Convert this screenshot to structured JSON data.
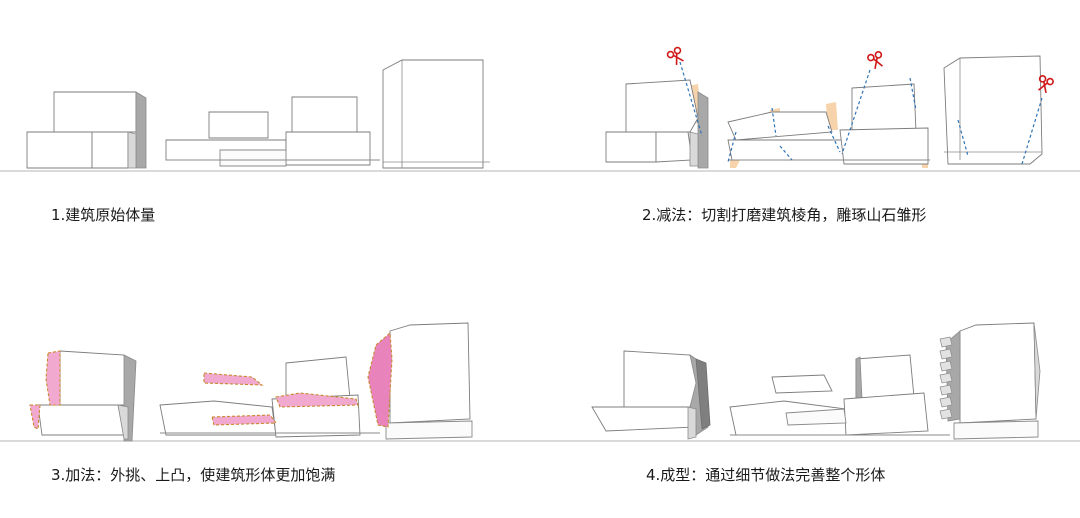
{
  "steps": [
    {
      "caption": "1.建筑原始体量"
    },
    {
      "caption": "2.减法：切割打磨建筑棱角，雕琢山石雏形"
    },
    {
      "caption": "3.加法：外挑、上凸，使建筑形体更加饱满"
    },
    {
      "caption": "4.成型：通过细节做法完善整个形体"
    }
  ],
  "colors": {
    "cut_line": "#2f73b6",
    "scissors": "#d01818",
    "cut_area": "#f7d1a8",
    "added_volume": "#f2a9cf",
    "added_outline": "#c9892f"
  }
}
